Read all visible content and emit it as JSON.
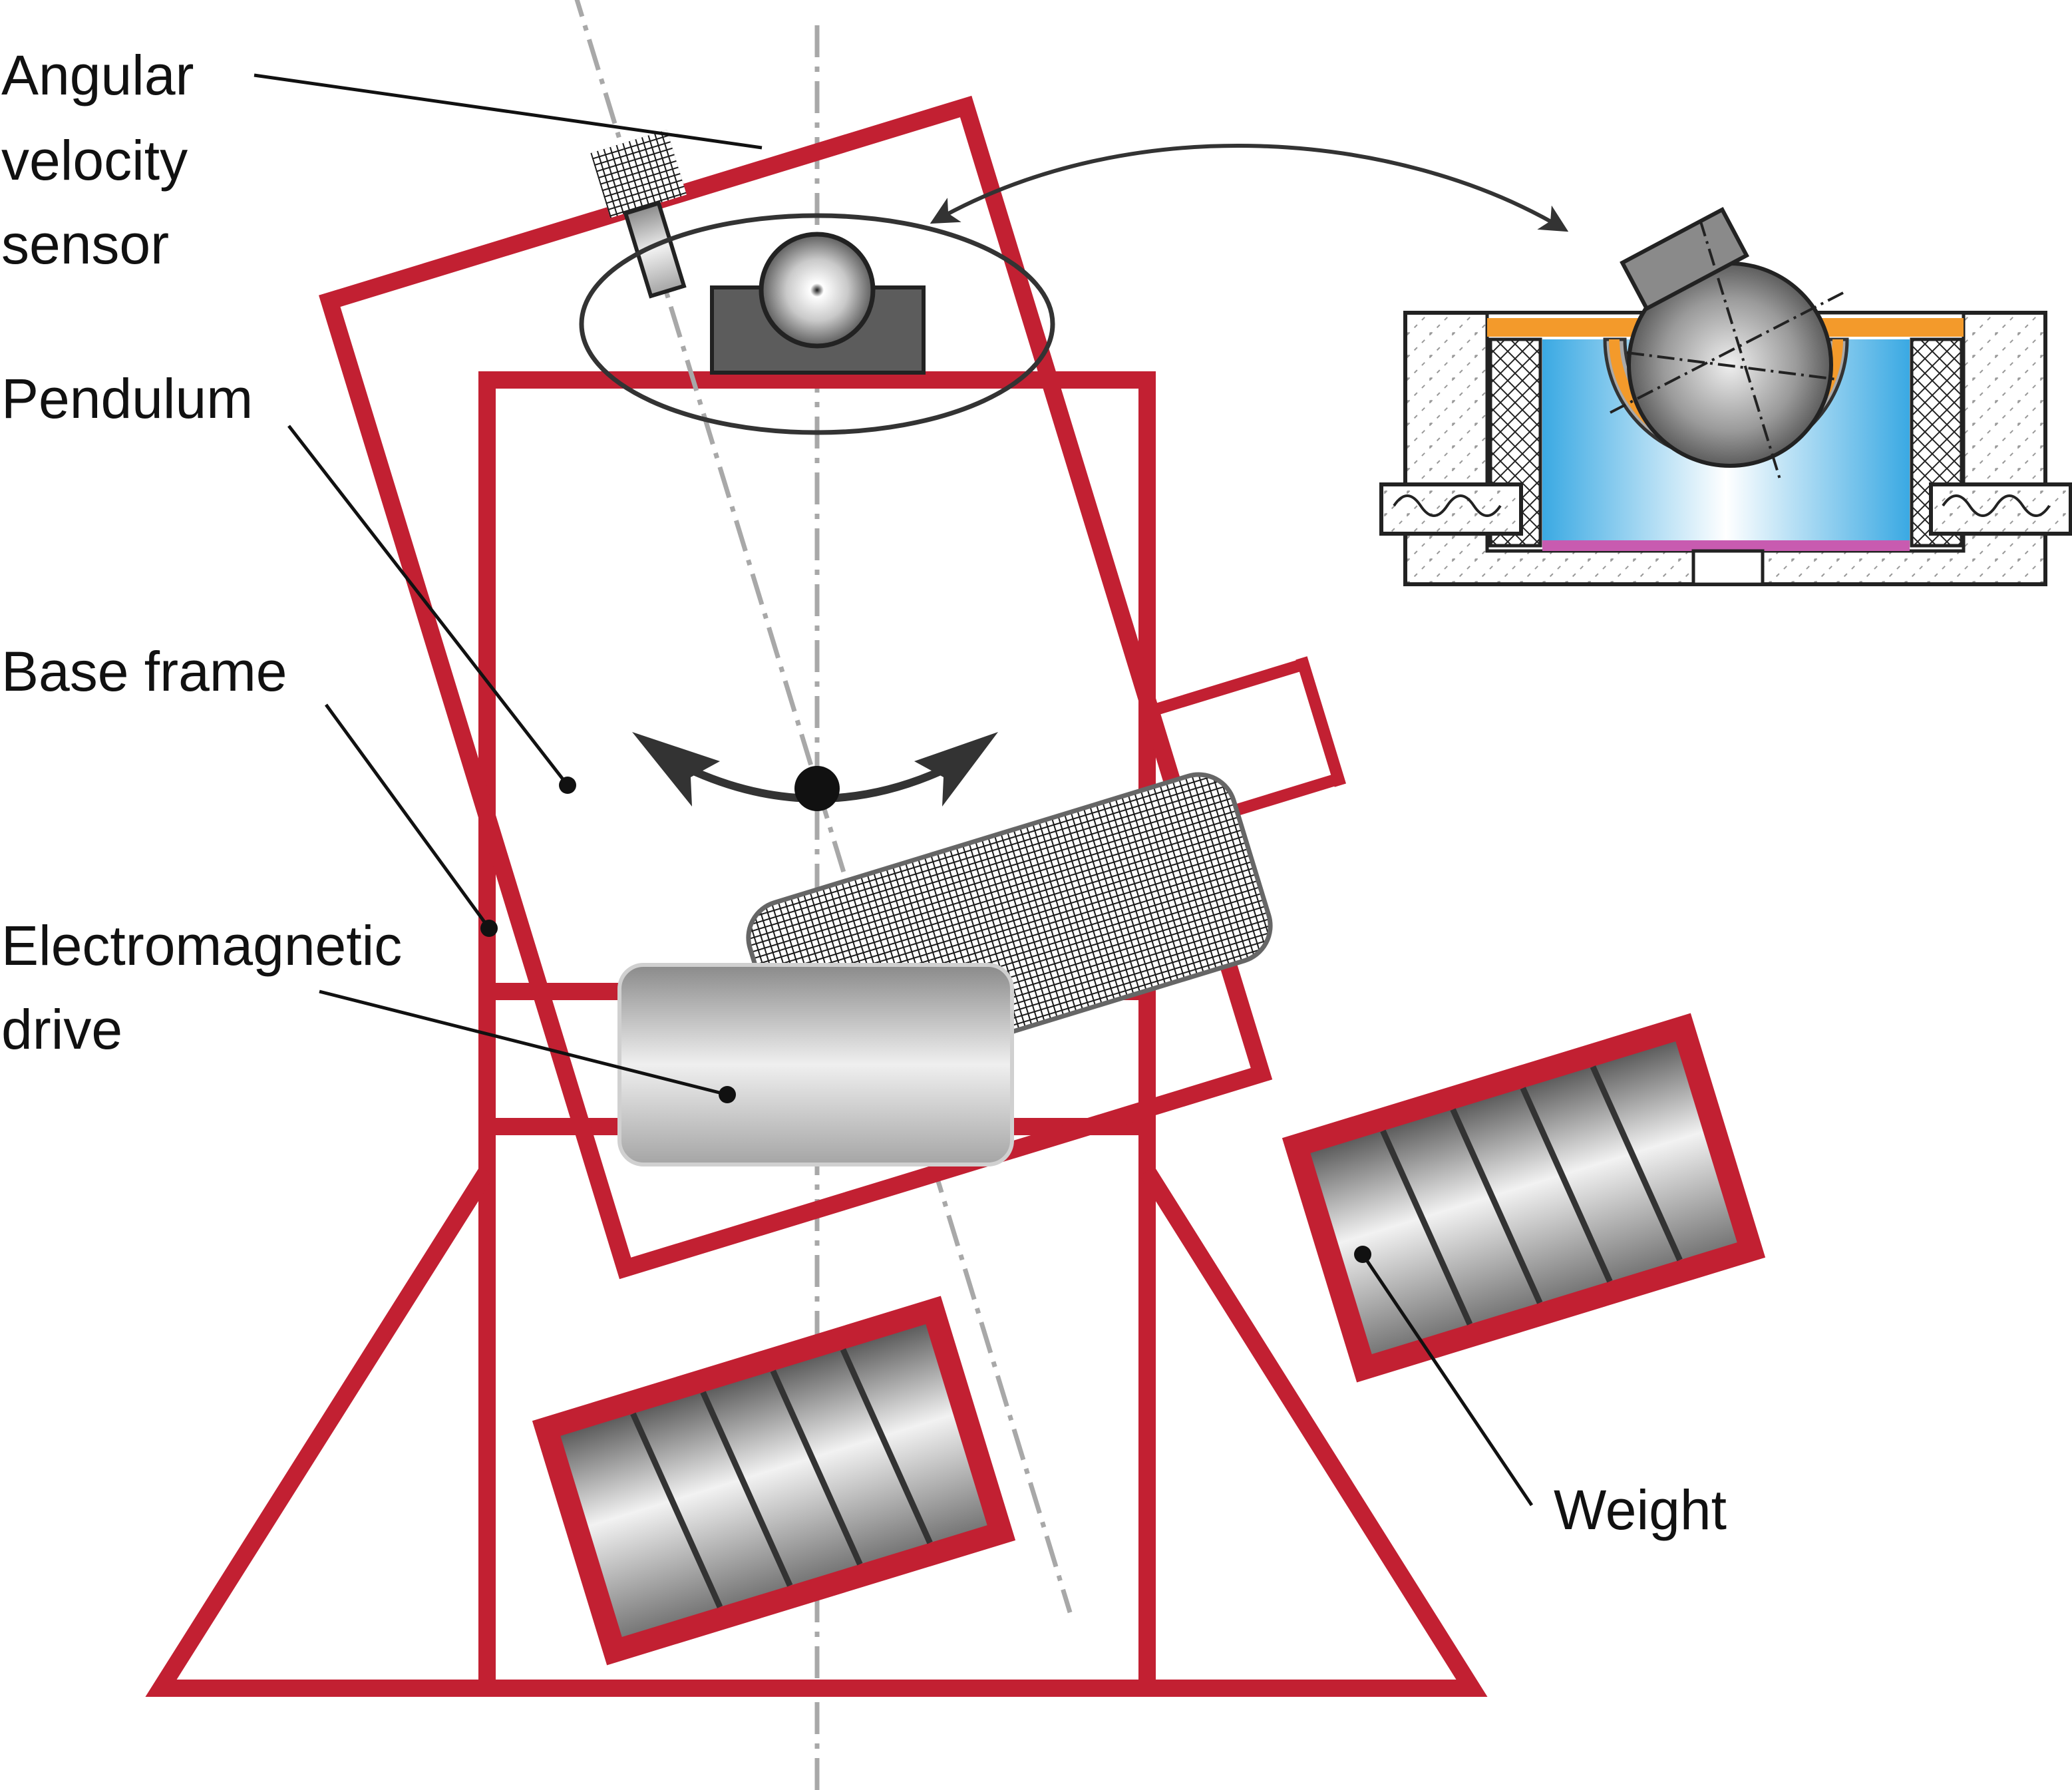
{
  "figure": {
    "labels": {
      "angular_velocity_sensor": [
        "Angular",
        "velocity",
        "sensor"
      ],
      "pendulum": "Pendulum",
      "base_frame": "Base frame",
      "electromagnetic_drive": [
        "Electromagnetic",
        "drive"
      ],
      "weight": "Weight"
    }
  },
  "colors": {
    "frame_red": "#c22032",
    "gray_axis": "#a8a8a8",
    "orange_layer": "#f39a2b",
    "fluid_blue": "#4fb4e6",
    "magenta_strip": "#c85bb0",
    "dark_gray": "#555555",
    "metal_light": "#eeeeee",
    "metal_dark": "#6a6a6a"
  }
}
